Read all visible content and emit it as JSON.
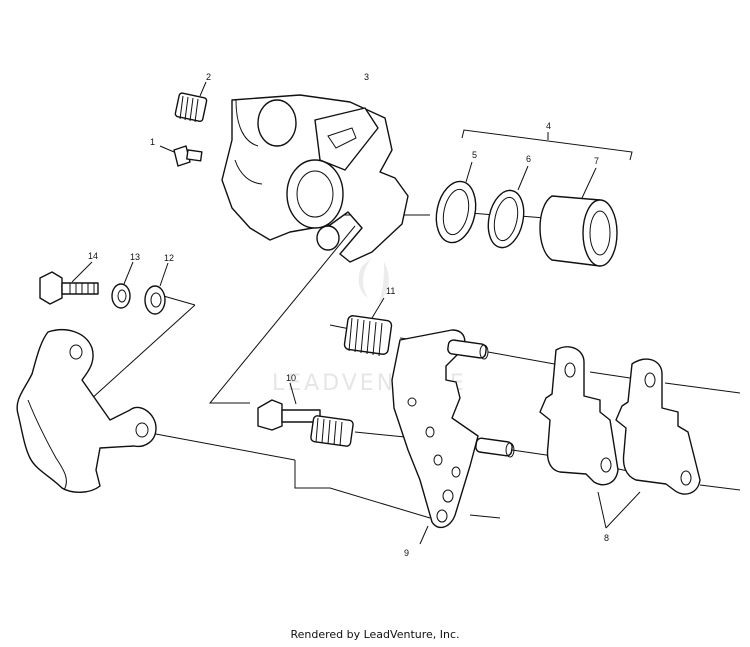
{
  "watermark": "LEADVENTURE",
  "footer": "Rendered by LeadVenture, Inc.",
  "callouts": [
    {
      "id": "c1",
      "text": "1"
    },
    {
      "id": "c2",
      "text": "2"
    },
    {
      "id": "c3",
      "text": "3"
    },
    {
      "id": "c4",
      "text": "4"
    },
    {
      "id": "c5",
      "text": "5"
    },
    {
      "id": "c6",
      "text": "6"
    },
    {
      "id": "c7",
      "text": "7"
    },
    {
      "id": "c8",
      "text": "8"
    },
    {
      "id": "c9",
      "text": "9"
    },
    {
      "id": "c10",
      "text": "10"
    },
    {
      "id": "c11",
      "text": "11"
    },
    {
      "id": "c12",
      "text": "12"
    },
    {
      "id": "c13",
      "text": "13"
    },
    {
      "id": "c14",
      "text": "14"
    }
  ]
}
